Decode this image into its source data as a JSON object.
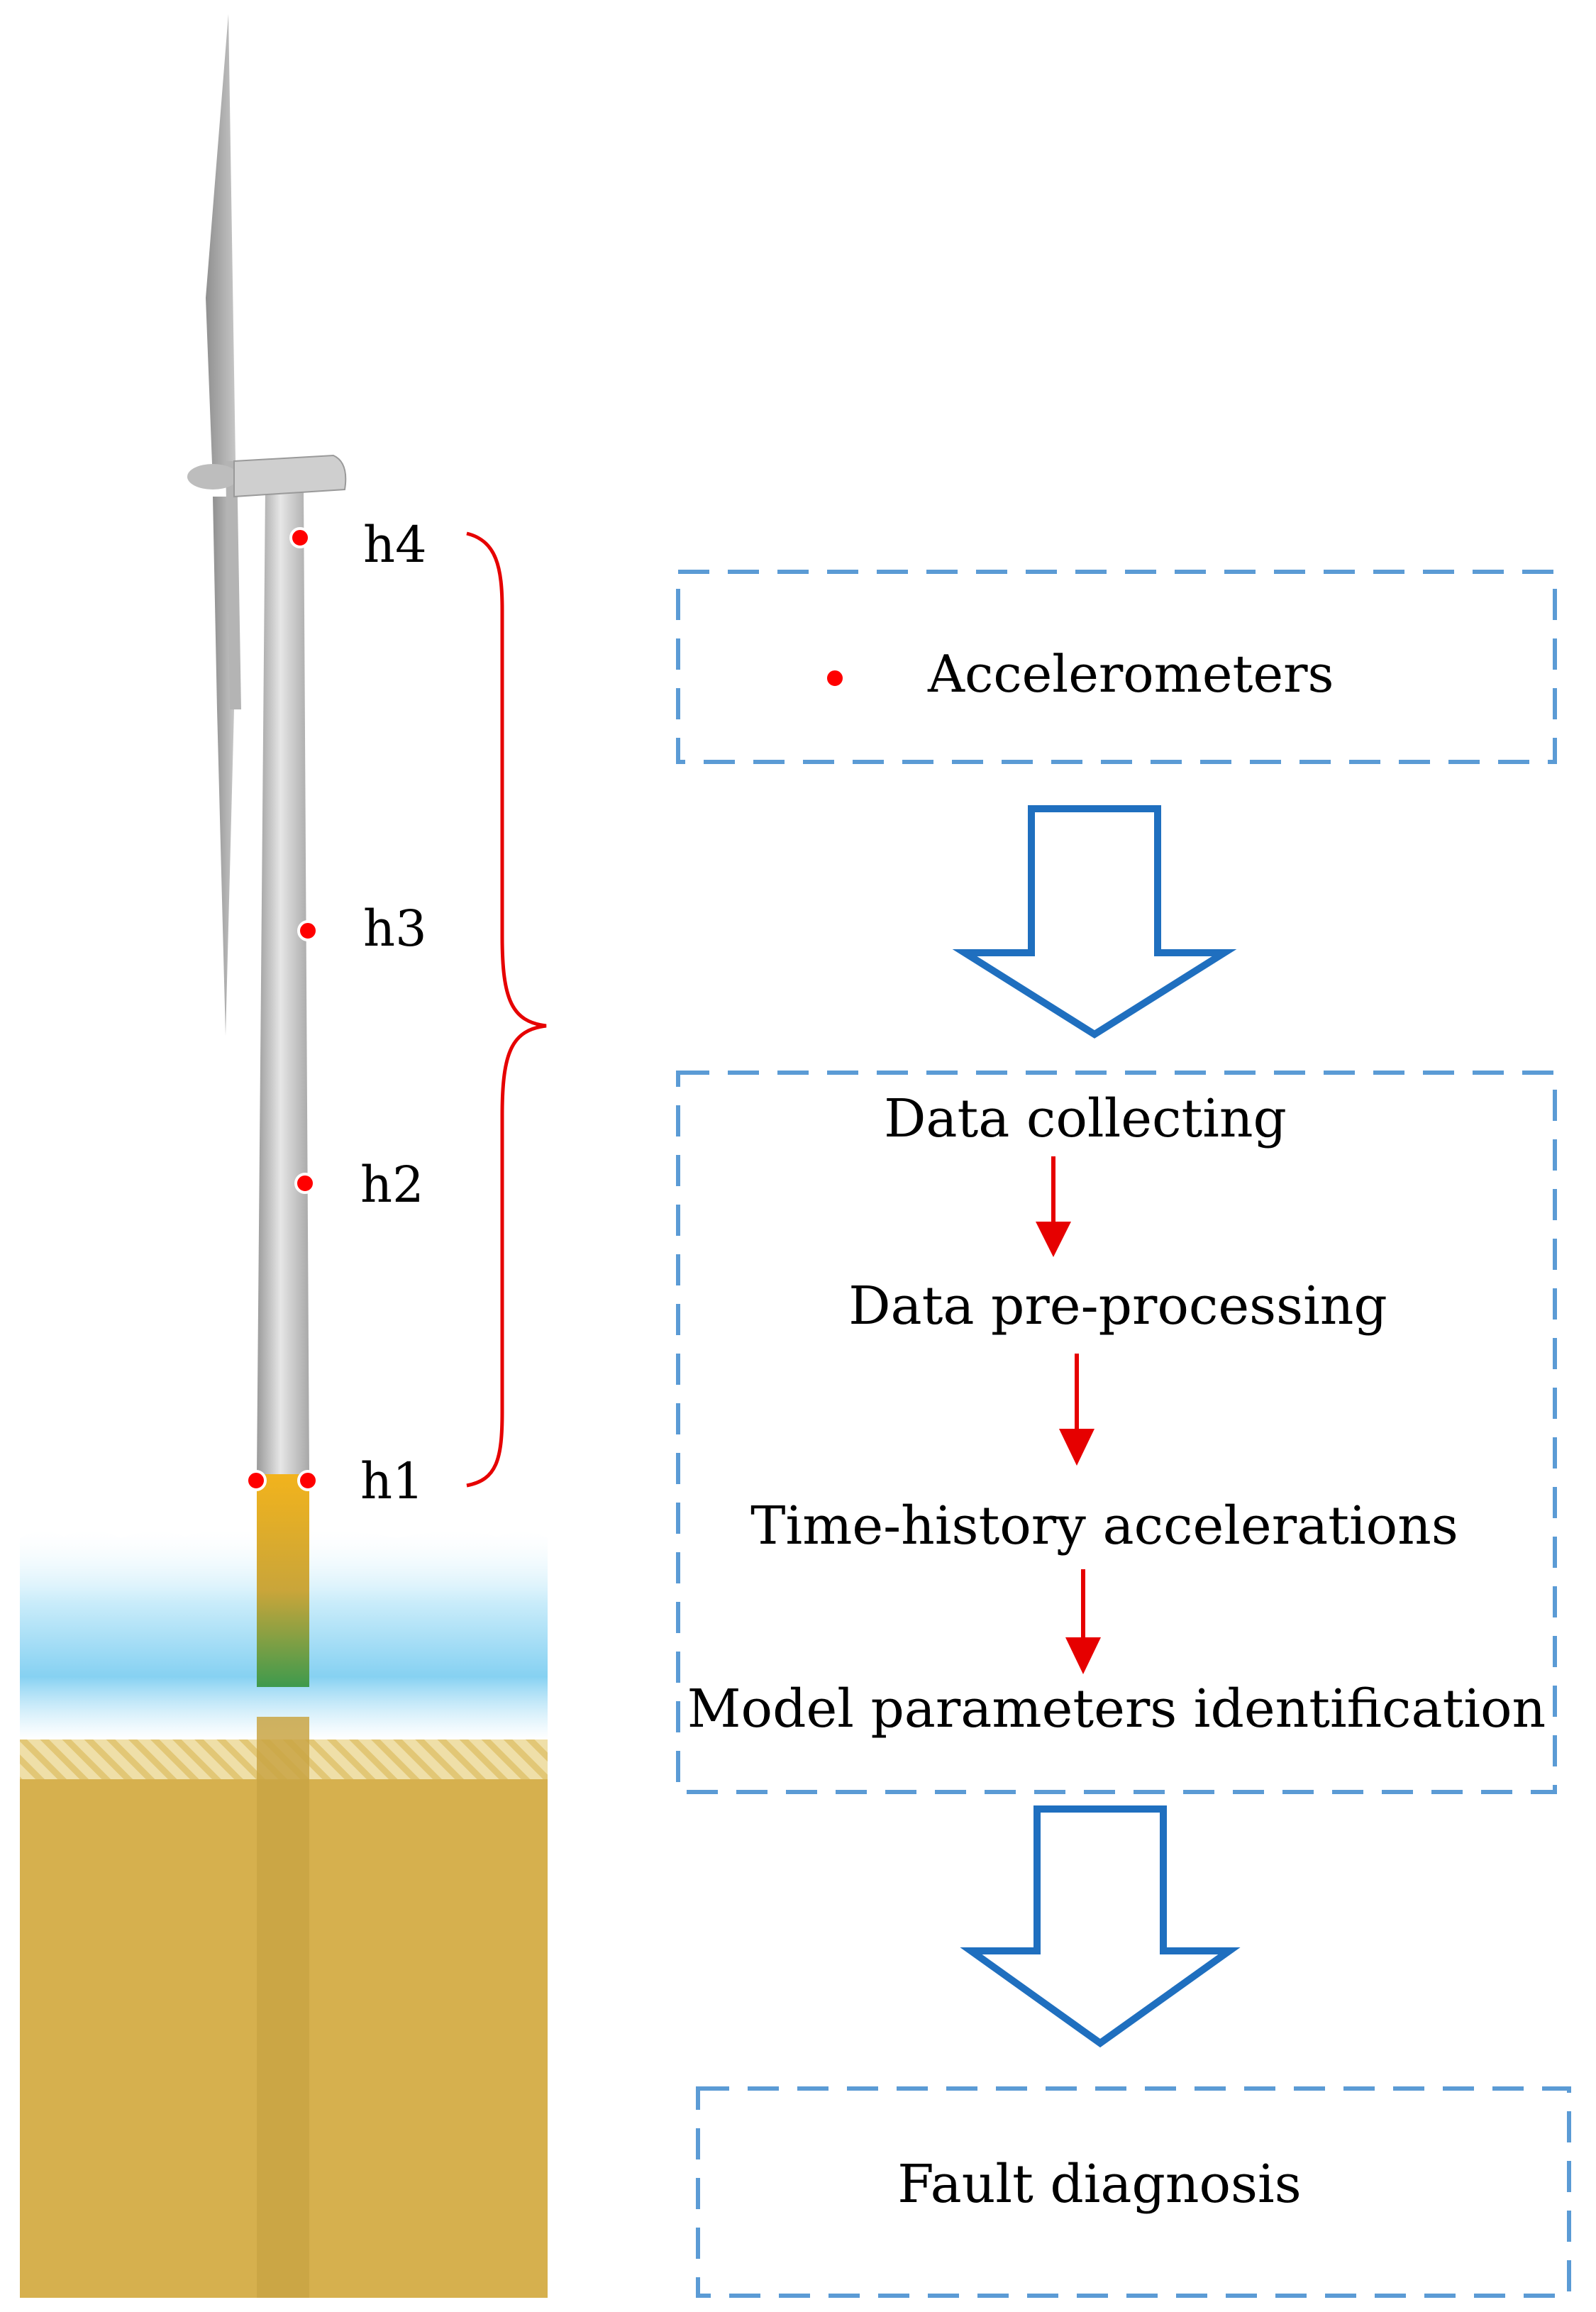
{
  "colors": {
    "sensor": "#ff0000",
    "box_border": "#5b9bd5",
    "arrow_outline": "#1f6fbf",
    "flow_arrow": "#e60000",
    "brace": "#e60000",
    "tower": "#c8c8c8",
    "seabed": "#d6b04e",
    "water": "#8fd3f0"
  },
  "sensors": {
    "h4": "h4",
    "h3": "h3",
    "h2": "h2",
    "h1": "h1"
  },
  "legend": {
    "icon": "red-dot",
    "label": "Accelerometers"
  },
  "process": {
    "steps": [
      "Data collecting",
      "Data pre-processing",
      "Time-history accelerations",
      "Model parameters identification"
    ]
  },
  "result": {
    "label": "Fault diagnosis"
  }
}
